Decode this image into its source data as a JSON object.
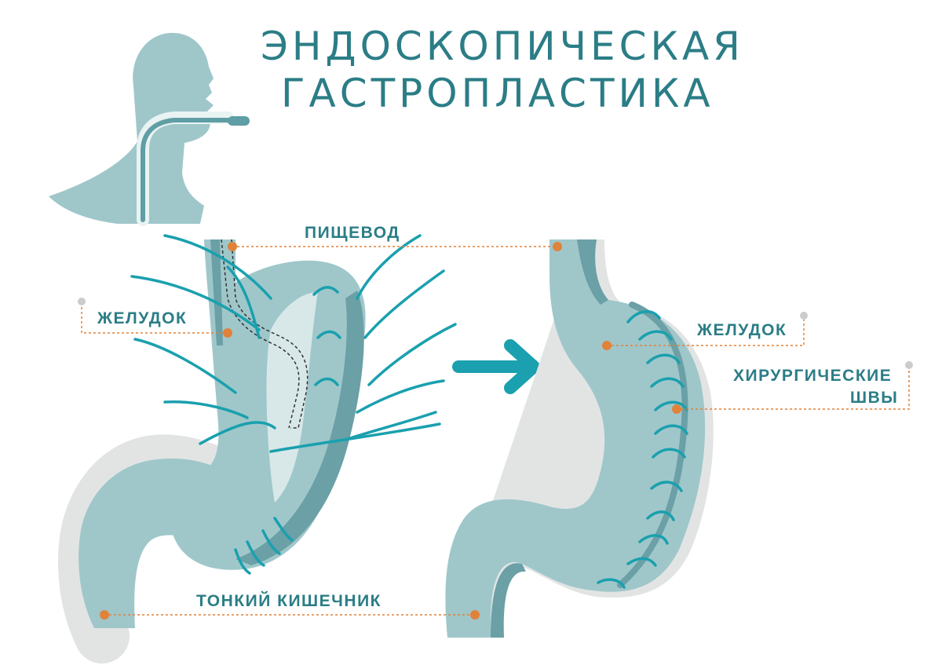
{
  "title": {
    "line1": "ЭНДОСКОПИЧЕСКАЯ",
    "line2": "ГАСТРОПЛАСТИКА"
  },
  "labels": {
    "esophagus": "ПИЩЕВОД",
    "stomach_before": "ЖЕЛУДОК",
    "stomach_after": "ЖЕЛУДОК",
    "sutures_line1": "ХИРУРГИЧЕСКИЕ",
    "sutures_line2": "ШВЫ",
    "small_intestine": "ТОНКИЙ КИШЕЧНИК"
  },
  "colors": {
    "title": "#2b7d86",
    "organ": "#9fc7ca",
    "organ_dark": "#6aa0a6",
    "suture": "#1aa0ae",
    "leader": "#e0823a",
    "shadow": "#e2e4e4"
  },
  "icons": {
    "head": "head-silhouette-icon",
    "arrow": "right-arrow-icon"
  }
}
